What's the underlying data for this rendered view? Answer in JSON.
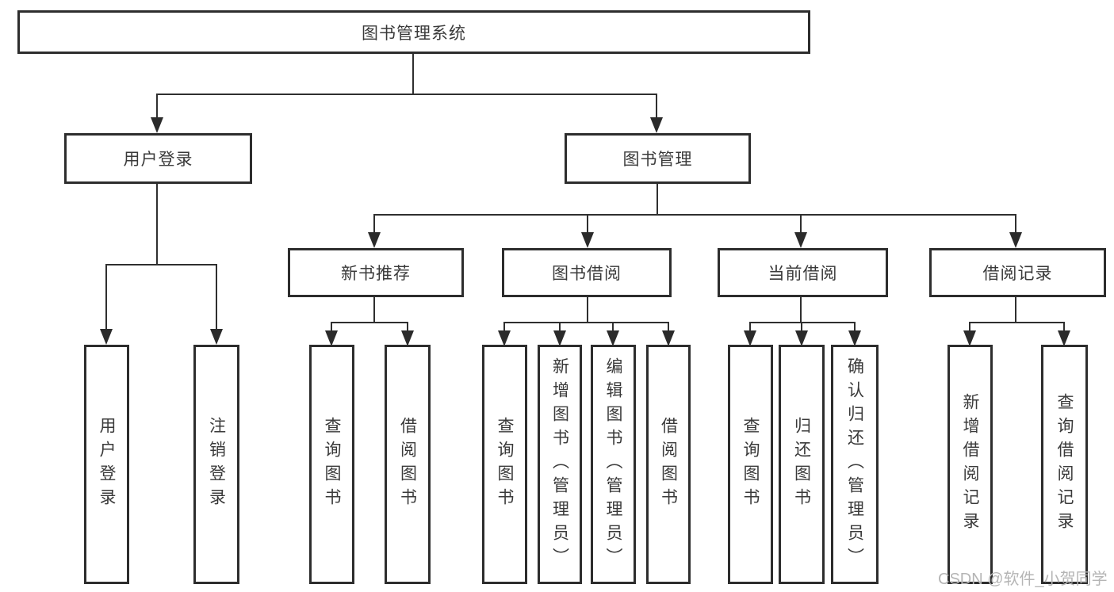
{
  "diagram_title": "图书管理系统",
  "colors": {
    "line": "#2f2f2f",
    "box_border": "#2d2d2d",
    "text": "#3a3a3a",
    "watermark": "#b5b5b5",
    "background": "#ffffff"
  },
  "tree": {
    "root": {
      "label": "图书管理系统"
    },
    "branches": [
      {
        "label": "用户登录",
        "children": [
          {
            "label": "用户登录"
          },
          {
            "label": "注销登录"
          }
        ]
      },
      {
        "label": "图书管理",
        "children": [
          {
            "label": "新书推荐",
            "children": [
              {
                "label": "查询图书"
              },
              {
                "label": "借阅图书"
              }
            ]
          },
          {
            "label": "图书借阅",
            "children": [
              {
                "label": "查询图书"
              },
              {
                "label": "新增图书（管理员）"
              },
              {
                "label": "编辑图书（管理员）"
              },
              {
                "label": "借阅图书"
              }
            ]
          },
          {
            "label": "当前借阅",
            "children": [
              {
                "label": "查询图书"
              },
              {
                "label": "归还图书"
              },
              {
                "label": "确认归还（管理员）"
              }
            ]
          },
          {
            "label": "借阅记录",
            "children": [
              {
                "label": "新增借阅记录"
              },
              {
                "label": "查询借阅记录"
              }
            ]
          }
        ]
      }
    ]
  },
  "watermark": {
    "text": "CSDN @软件_小贺同学"
  }
}
